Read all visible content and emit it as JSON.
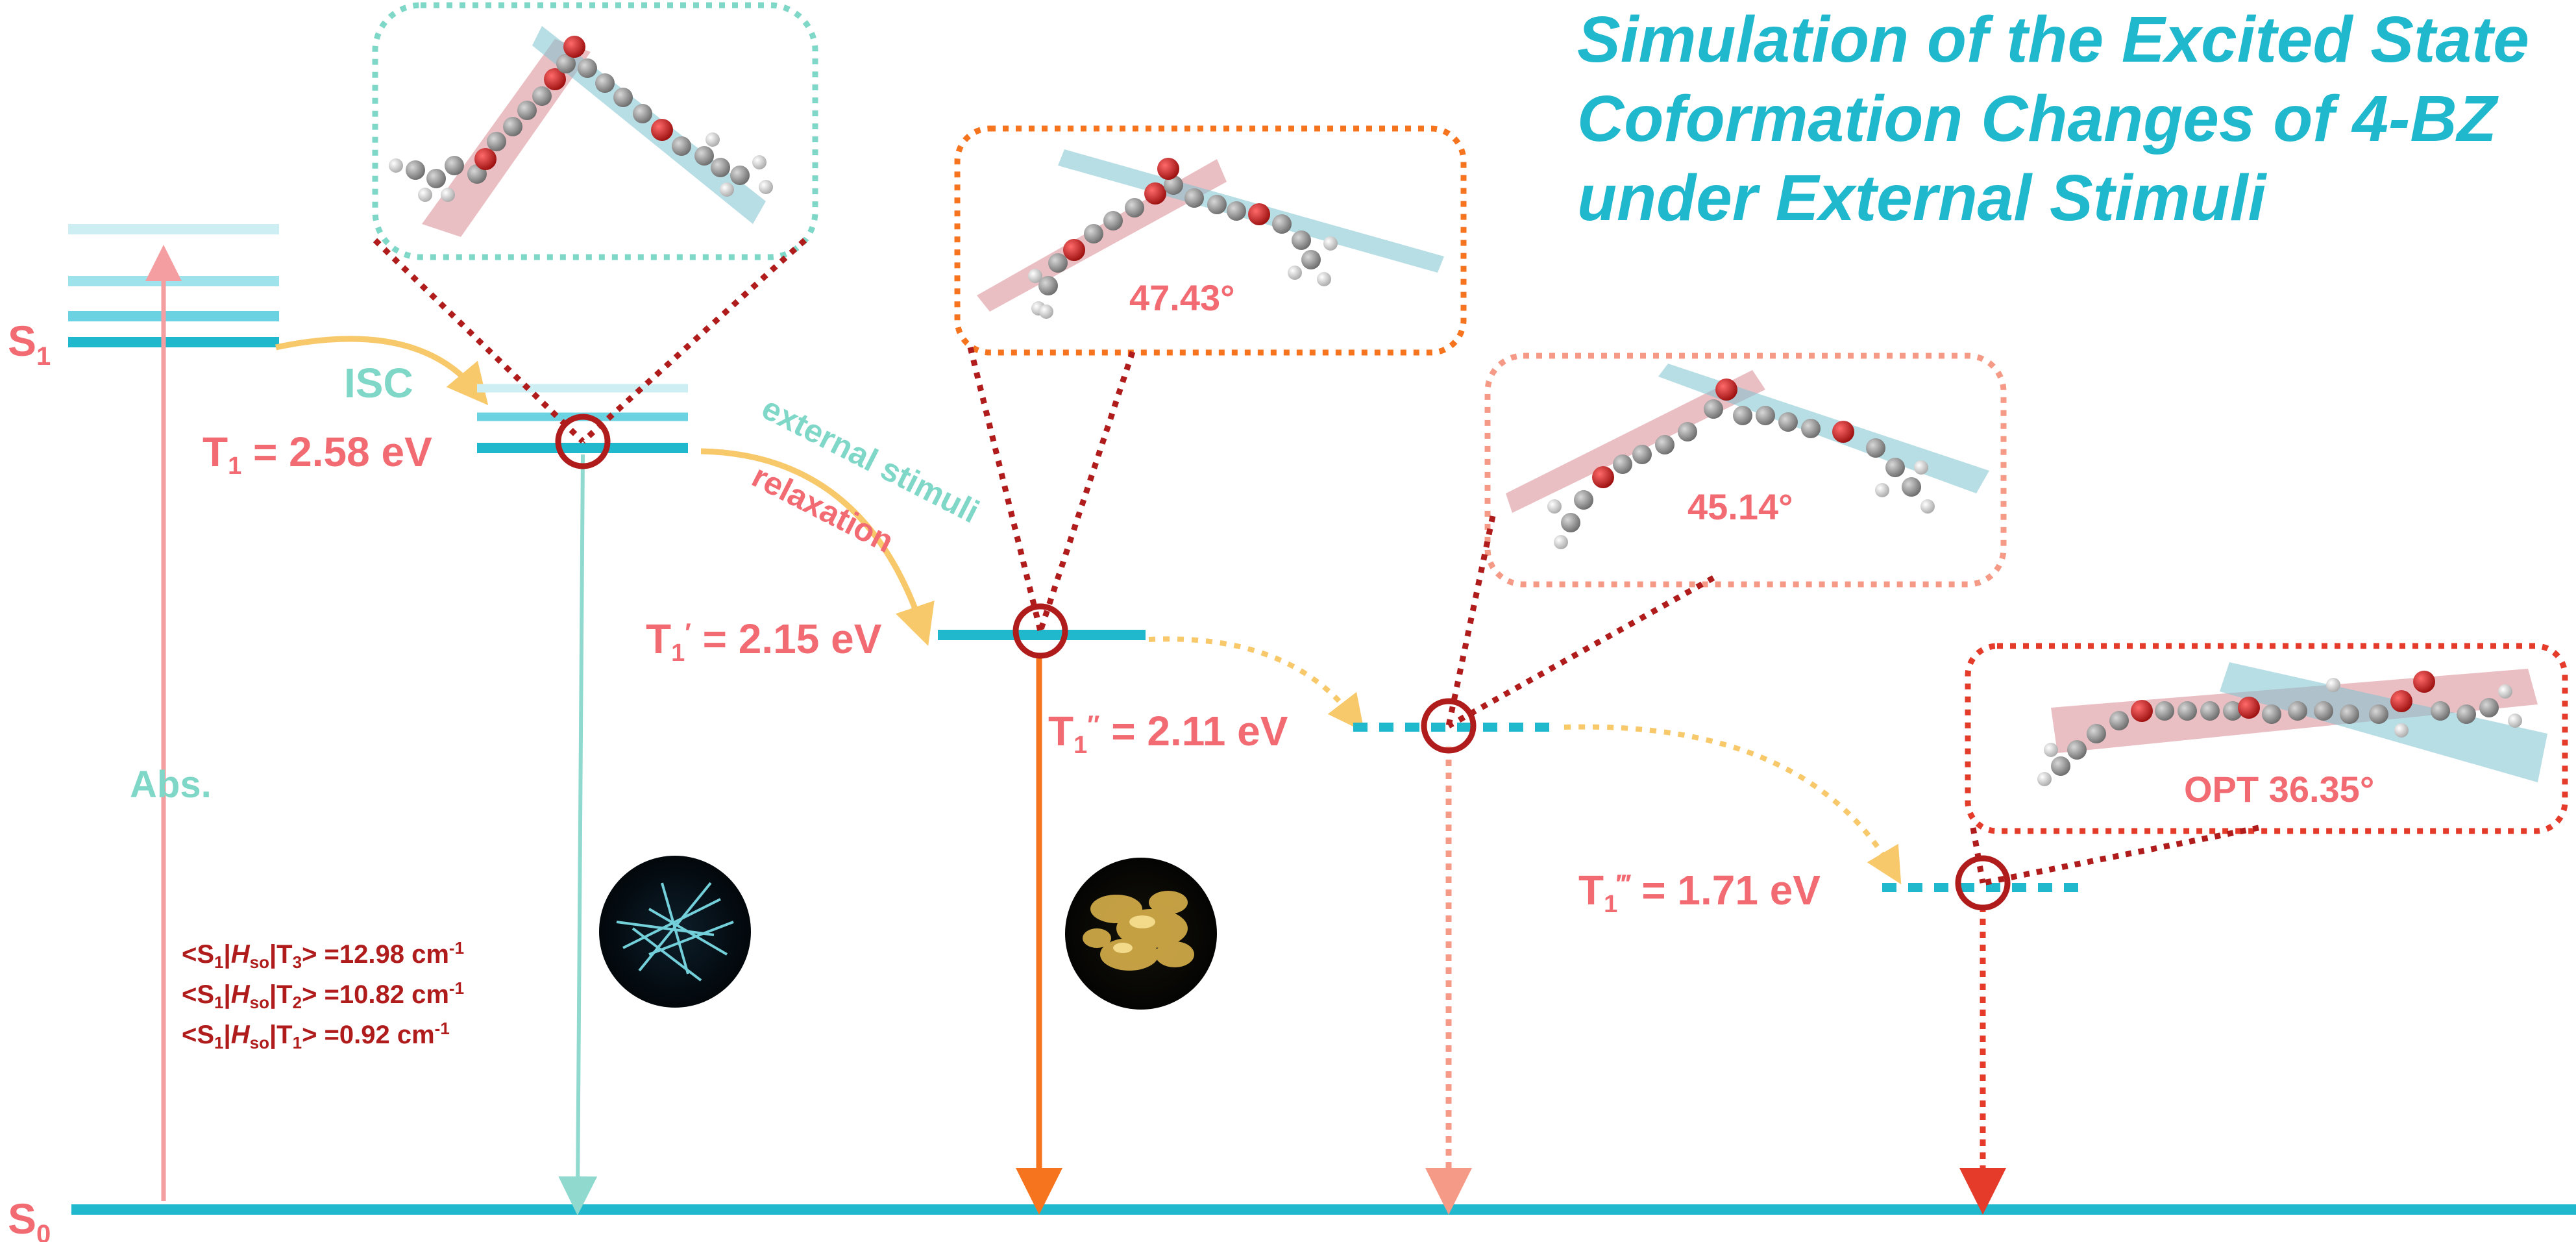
{
  "title_lines": [
    "Simulation of the Excited State",
    "Coformation Changes of 4-BZ",
    "under External Stimuli"
  ],
  "states": {
    "s1": {
      "main": "S",
      "sub": "1"
    },
    "s0": {
      "main": "S",
      "sub": "0"
    },
    "t1": {
      "main": "T",
      "sub": "1",
      "value": " = 2.58 eV"
    },
    "t1p": {
      "main": "T",
      "sub": "1",
      "prime": "′",
      "value": " = 2.15 eV"
    },
    "t1pp": {
      "main": "T",
      "sub": "1",
      "prime": "″",
      "value": " = 2.11 eV"
    },
    "t1ppp": {
      "main": "T",
      "sub": "1",
      "prime": "‴",
      "value": " = 1.71 eV"
    }
  },
  "labels": {
    "abs": "Abs.",
    "isc": "ISC",
    "external_stimuli": "external stimuli",
    "relaxation": "relaxation"
  },
  "angles": {
    "a1": "47.43°",
    "a2": "45.14°",
    "a3": "OPT 36.35°"
  },
  "soc": [
    {
      "bra": "<S",
      "bra_sub": "1",
      "op": "H",
      "op_sub": "so",
      "ket": "T",
      "ket_sub": "3",
      "value": "> =12.98 cm",
      "unit_exp": "-1"
    },
    {
      "bra": "<S",
      "bra_sub": "1",
      "op": "H",
      "op_sub": "so",
      "ket": "T",
      "ket_sub": "2",
      "value": "> =10.82 cm",
      "unit_exp": "-1"
    },
    {
      "bra": "<S",
      "bra_sub": "1",
      "op": "H",
      "op_sub": "so",
      "ket": "T",
      "ket_sub": "1",
      "value": "> =0.92 cm",
      "unit_exp": "-1"
    }
  ],
  "colors": {
    "cyan": "#1fb8cc",
    "light_cyan": "#8fe0ea",
    "pink_label": "#f26b72",
    "dark_red": "#b01c1c",
    "orange": "#f7741f",
    "salmon": "#f59a86",
    "red": "#e53b2b",
    "teal_label": "#7fd7c8",
    "yellow_arrow": "#f8c96b",
    "abs_arrow": "#f59ea2"
  }
}
